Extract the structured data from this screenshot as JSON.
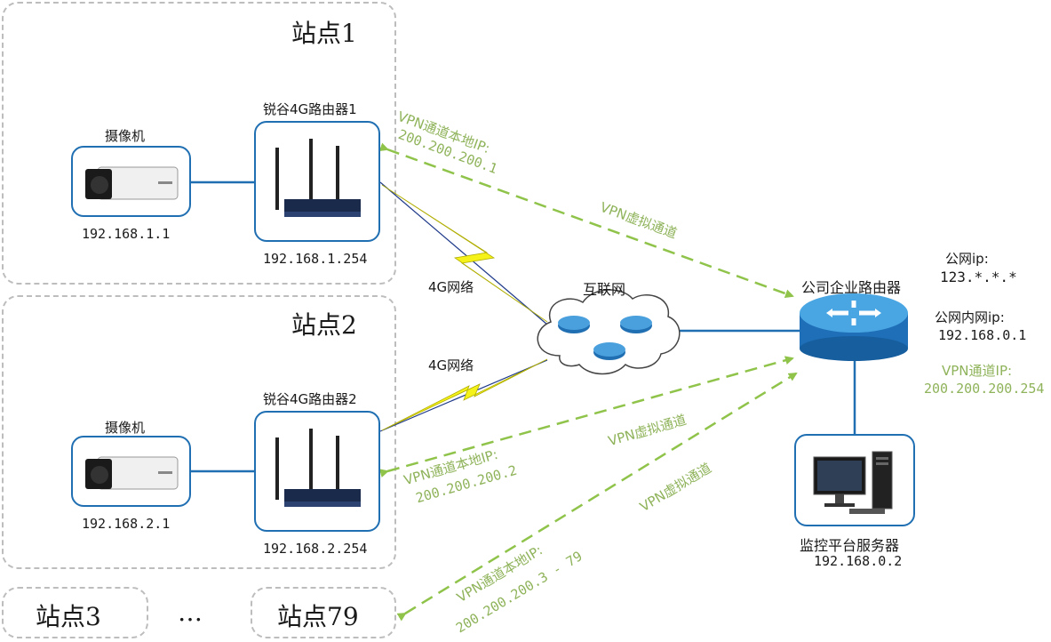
{
  "sites": {
    "site1": {
      "title": "站点1",
      "camera_label": "摄像机",
      "camera_ip": "192.168.1.1",
      "router_label": "锐谷4G路由器1",
      "router_ip": "192.168.1.254",
      "vpn_local_label": "VPN通道本地IP:",
      "vpn_local_ip": "200.200.200.1"
    },
    "site2": {
      "title": "站点2",
      "camera_label": "摄像机",
      "camera_ip": "192.168.2.1",
      "router_label": "锐谷4G路由器2",
      "router_ip": "192.168.2.254",
      "vpn_local_label": "VPN通道本地IP:",
      "vpn_local_ip": "200.200.200.2"
    },
    "site3": {
      "title": "站点3"
    },
    "ellipsis": "…",
    "site79": {
      "title": "站点79",
      "vpn_local_label": "VPN通道本地IP:",
      "vpn_local_ip": "200.200.200.3 - 79"
    }
  },
  "network": {
    "internet_label": "互联网",
    "cellular_label_1": "4G网络",
    "cellular_label_2": "4G网络",
    "vpn_tunnel_label": "VPN虚拟通道"
  },
  "company_router": {
    "label": "公司企业路由器",
    "public_ip_label": "公网ip:",
    "public_ip": "123.*.*.*",
    "lan_ip_label": "公网内网ip:",
    "lan_ip": "192.168.0.1",
    "vpn_ip_label": "VPN通道IP:",
    "vpn_ip": "200.200.200.254"
  },
  "server": {
    "label": "监控平台服务器",
    "ip": "192.168.0.2"
  },
  "colors": {
    "device_border": "#1f6fb2",
    "vpn_dash": "#8fc34a",
    "lightning": "#f5f21a",
    "site_border": "#bdbdbd"
  }
}
